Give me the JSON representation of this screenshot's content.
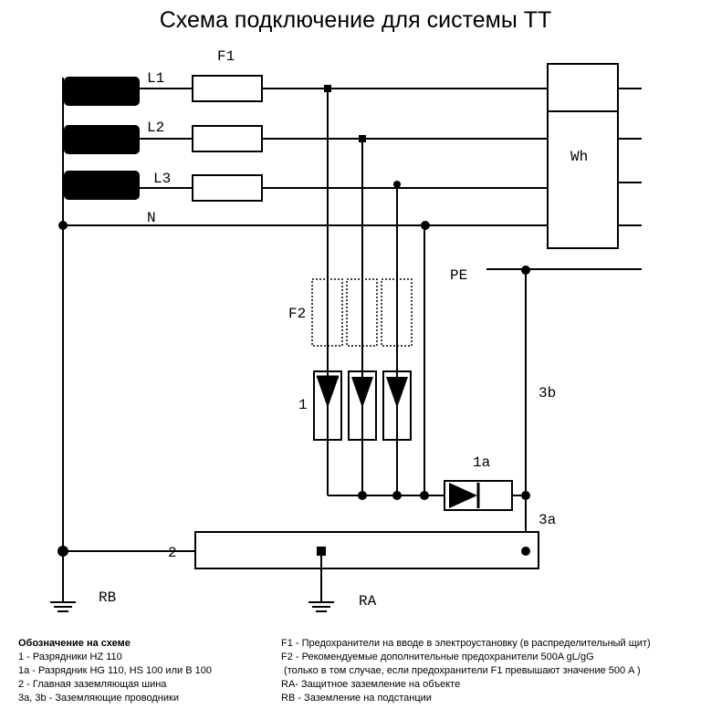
{
  "title": "Схема подключение для системы ТТ",
  "labels": {
    "f1": "F1",
    "l1": "L1",
    "l2": "L2",
    "l3": "L3",
    "n": "N",
    "wh": "Wh",
    "pe": "PE",
    "f2": "F2",
    "arrester": "1",
    "arrester_1a": "1a",
    "conductor_3b": "3b",
    "conductor_3a": "3a",
    "busbar": "2",
    "rb": "RB",
    "ra": "RA"
  },
  "legend": {
    "heading": "Обозначение на схеме",
    "left": [
      "1 -  Разрядники HZ 110",
      "1a -  Разрядник HG 110, HS 100 или B 100",
      "2 -  Главная заземляющая шина",
      "3a, 3b -  Заземляющие проводники"
    ],
    "right": [
      "F1 -  Предохранители на вводе в электроустановку (в распределительный щит)",
      "F2 -  Рекомендуемые дополнительные предохранители 500A gL/gG",
      " (только в том случае, если предохранители F1 превышают значение 500 A )",
      "RA- Защитное заземление на объекте",
      "RB - Заземление на подстанции"
    ]
  }
}
